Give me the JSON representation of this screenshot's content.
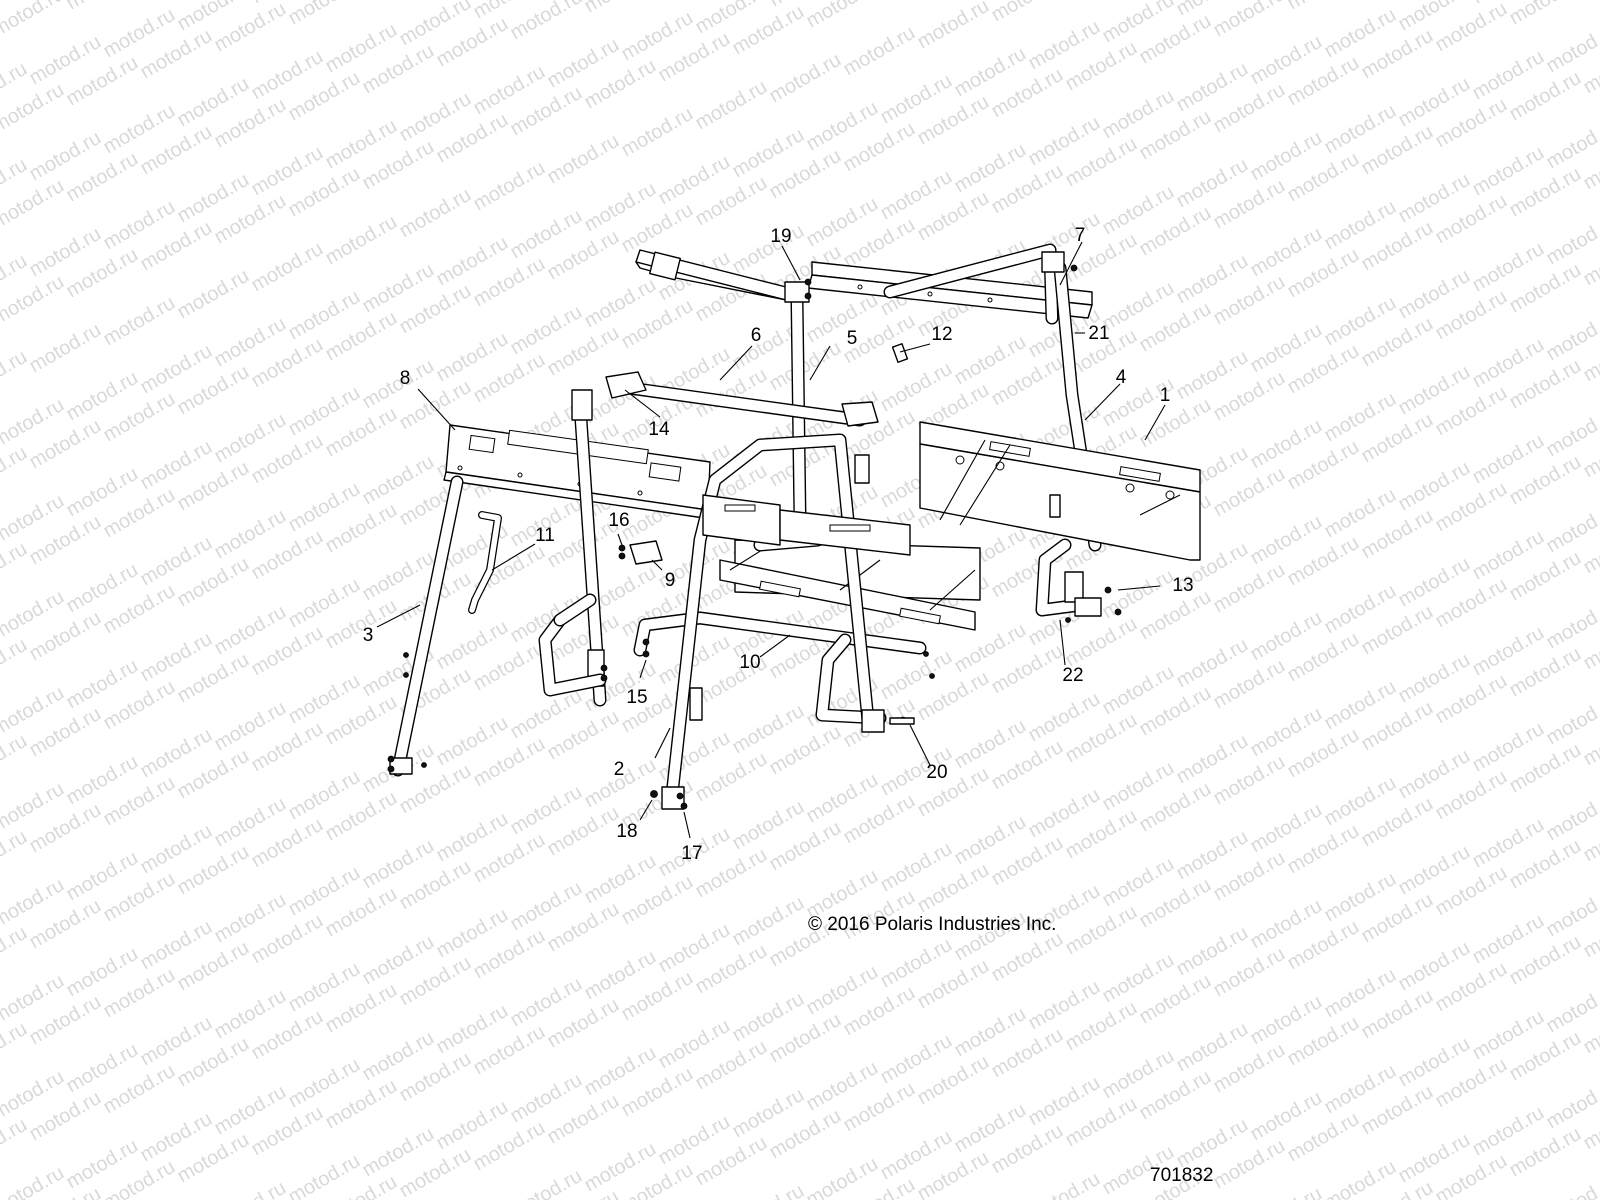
{
  "watermark": "motod.ru",
  "callouts": [
    {
      "id": "c1",
      "label": "1"
    },
    {
      "id": "c2",
      "label": "2"
    },
    {
      "id": "c3",
      "label": "3"
    },
    {
      "id": "c4",
      "label": "4"
    },
    {
      "id": "c5",
      "label": "5"
    },
    {
      "id": "c6",
      "label": "6"
    },
    {
      "id": "c7",
      "label": "7"
    },
    {
      "id": "c8",
      "label": "8"
    },
    {
      "id": "c9",
      "label": "9"
    },
    {
      "id": "c10",
      "label": "10"
    },
    {
      "id": "c11",
      "label": "11"
    },
    {
      "id": "c12",
      "label": "12"
    },
    {
      "id": "c13",
      "label": "13"
    },
    {
      "id": "c14",
      "label": "14"
    },
    {
      "id": "c15",
      "label": "15"
    },
    {
      "id": "c16",
      "label": "16"
    },
    {
      "id": "c17",
      "label": "17"
    },
    {
      "id": "c18",
      "label": "18"
    },
    {
      "id": "c19",
      "label": "19"
    },
    {
      "id": "c20",
      "label": "20"
    },
    {
      "id": "c21",
      "label": "21"
    },
    {
      "id": "c22",
      "label": "22"
    }
  ],
  "copyright": "© 2016 Polaris Industries Inc.",
  "diagram_number": "701832"
}
